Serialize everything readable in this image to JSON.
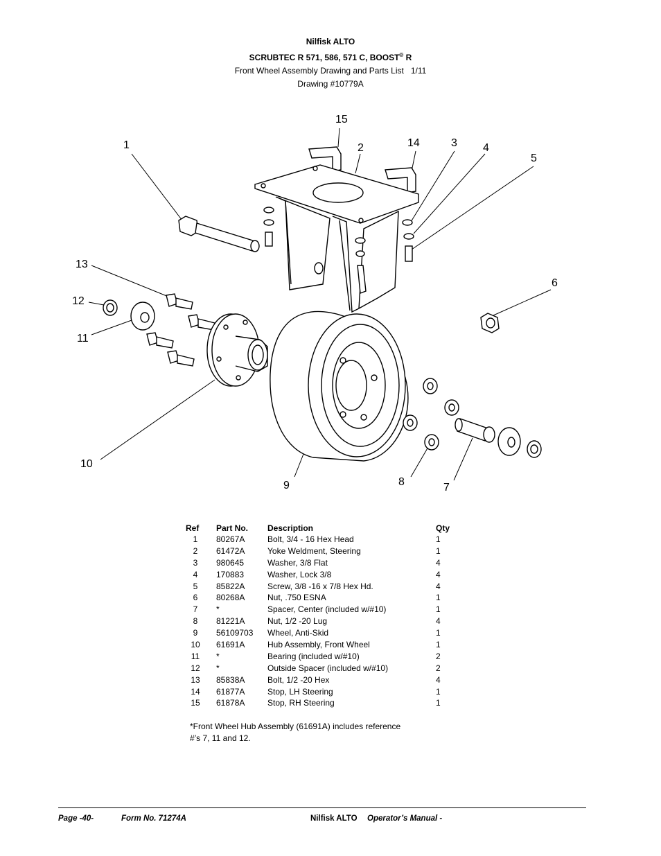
{
  "header": {
    "brand": "Nilfisk ALTO",
    "model_main": "SCRUBTEC R 571, 586, 571 C, BOOST",
    "model_reg": "®",
    "model_tail": " R",
    "subtitle": "Front Wheel Assembly Drawing and Parts List   1/11",
    "drawing_no": "Drawing #10779A"
  },
  "callouts": [
    "1",
    "2",
    "3",
    "4",
    "5",
    "6",
    "7",
    "8",
    "9",
    "10",
    "11",
    "12",
    "13",
    "14",
    "15"
  ],
  "parts_table": {
    "headers": {
      "ref": "Ref",
      "part": "Part No.",
      "desc": "Description",
      "qty": "Qty"
    },
    "rows": [
      {
        "ref": "1",
        "part": "80267A",
        "desc": "Bolt, 3/4 - 16 Hex Head",
        "qty": "1"
      },
      {
        "ref": "2",
        "part": "61472A",
        "desc": "Yoke Weldment, Steering",
        "qty": "1"
      },
      {
        "ref": "3",
        "part": "980645",
        "desc": "Washer, 3/8 Flat",
        "qty": "4"
      },
      {
        "ref": "4",
        "part": "170883",
        "desc": "Washer, Lock 3/8",
        "qty": "4"
      },
      {
        "ref": "5",
        "part": "85822A",
        "desc": "Screw, 3/8 -16 x 7/8 Hex Hd.",
        "qty": "4"
      },
      {
        "ref": "6",
        "part": "80268A",
        "desc": "Nut, .750 ESNA",
        "qty": "1"
      },
      {
        "ref": "7",
        "part": "*",
        "desc": "Spacer, Center (included w/#10)",
        "qty": "1"
      },
      {
        "ref": "8",
        "part": "81221A",
        "desc": "Nut, 1/2 -20 Lug",
        "qty": "4"
      },
      {
        "ref": "9",
        "part": "56109703",
        "desc": "Wheel, Anti-Skid",
        "qty": "1"
      },
      {
        "ref": "10",
        "part": "61691A",
        "desc": "Hub Assembly, Front Wheel",
        "qty": "1"
      },
      {
        "ref": "11",
        "part": "*",
        "desc": "Bearing  (included w/#10)",
        "qty": "2"
      },
      {
        "ref": "12",
        "part": "*",
        "desc": "Outside Spacer (included w/#10)",
        "qty": "2"
      },
      {
        "ref": "13",
        "part": "85838A",
        "desc": "Bolt, 1/2 -20 Hex",
        "qty": "4"
      },
      {
        "ref": "14",
        "part": "61877A",
        "desc": "Stop, LH Steering",
        "qty": "1"
      },
      {
        "ref": "15",
        "part": "61878A",
        "desc": "Stop, RH Steering",
        "qty": "1"
      }
    ]
  },
  "note": {
    "line1": "*Front Wheel Hub Assembly (61691A) includes reference",
    "line2": "#’s 7, 11 and 12."
  },
  "footer": {
    "page": "Page  -40-",
    "form": "Form No. 71274A",
    "brand": "Nilfisk ALTO",
    "manual": "Operator’s Manual -"
  }
}
